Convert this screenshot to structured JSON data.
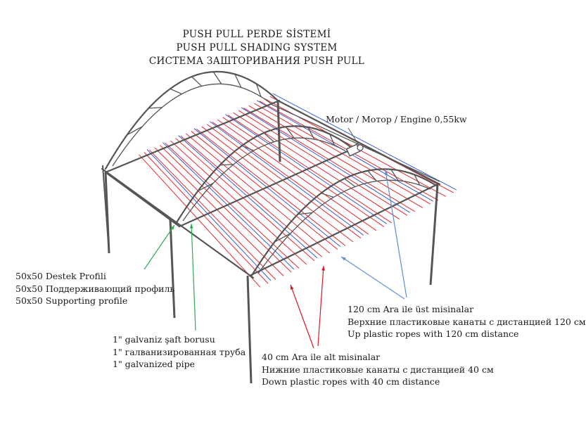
{
  "title": {
    "lines": [
      "PUSH PULL PERDE SİSTEMİ",
      "PUSH PULL SHADING SYSTEM",
      "СИСТЕМА ЗАШТОРИВАНИЯ PUSH PULL"
    ]
  },
  "labels": {
    "motor": "Motor  / Мотор / Engine 0,55kw",
    "support_profile": [
      "50x50 Destek Profili",
      "50x50 Поддерживающий профиль",
      "50x50 Supporting profile"
    ],
    "galvanized_pipe": [
      "1\" galvaniz şaft borusu",
      "1\" галванизированная труба",
      "1\" galvanized pipe"
    ],
    "down_ropes": [
      "40 cm Ara ile alt misinalar",
      "Нижние пластиковые канаты с дистанцией 40 см",
      "Down plastic ropes with 40 cm distance"
    ],
    "up_ropes": [
      "120 cm Ara ile üst misinalar",
      "Верхние пластиковые канаты с дистанцией 120 см",
      "Up plastic ropes with 120 cm distance"
    ]
  },
  "colors": {
    "structure": "#555555",
    "down_rope": "#e8262b",
    "up_rope": "#3b5bd9",
    "arrow_green": "#2fa84f",
    "arrow_red": "#e0161f",
    "arrow_blue": "#5b8fd6"
  }
}
